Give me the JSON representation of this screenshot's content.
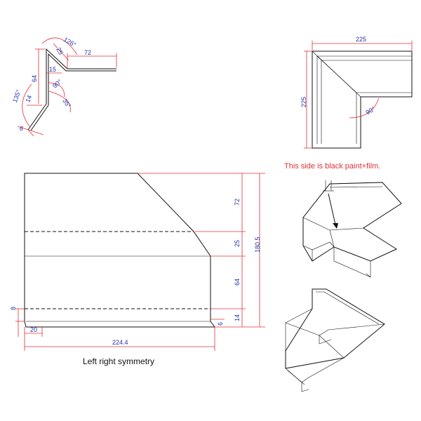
{
  "profile_section": {
    "dims": {
      "d126": "126°",
      "d25": "25",
      "d72": "72",
      "d64": "64",
      "d15": "15",
      "d135": "135°",
      "d14": "14",
      "d90": "90°",
      "d35": "35°",
      "d6": "6"
    }
  },
  "corner_plan": {
    "dims": {
      "width": "225",
      "height": "225",
      "angle": "90°"
    }
  },
  "flat_pattern": {
    "dims": {
      "d72": "72",
      "d25": "25",
      "d64": "64",
      "d14": "14",
      "d180_5": "180.5",
      "d8": "8",
      "d20": "20",
      "d6": "6",
      "d224_4": "224.4"
    },
    "caption": "Left right symmetry"
  },
  "iso_views": {
    "note": "This side is black paint+film."
  },
  "colors": {
    "dimension_line": "#e0303a",
    "dimension_text": "#2233aa",
    "outline": "#111111"
  }
}
